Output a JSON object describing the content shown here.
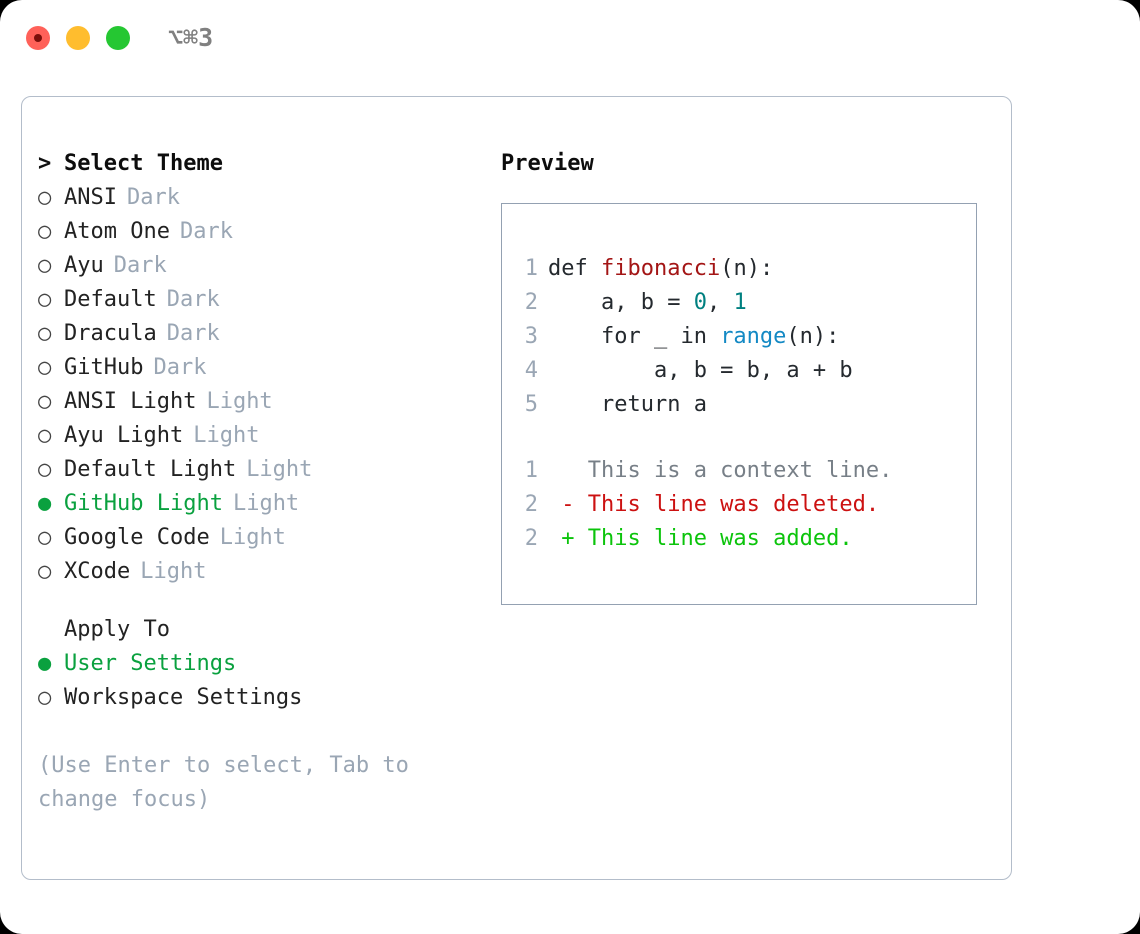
{
  "titlebar": {
    "shortcut": "⌥⌘3",
    "buttons": [
      {
        "name": "close",
        "color": "#ff6159"
      },
      {
        "name": "minimize",
        "color": "#ffbd2e"
      },
      {
        "name": "zoom",
        "color": "#25c732"
      }
    ]
  },
  "colors": {
    "accent_green": "#0aa13f",
    "muted_blue_gray": "#9aa6b4",
    "panel_border": "#b3bdca",
    "preview_border": "#94a1b2",
    "diff_added": "#0bc40b",
    "diff_deleted": "#cc1111",
    "diff_context": "#777f87",
    "syntax_function": "#a31515",
    "syntax_number": "#008080",
    "syntax_call": "#1389c4",
    "text": "#222222"
  },
  "theme_list": {
    "title": "Select Theme",
    "title_marker": ">",
    "marker_selected": "●",
    "marker_unselected": "○",
    "items": [
      {
        "label": "ANSI",
        "tag": "Dark",
        "selected": false
      },
      {
        "label": "Atom One",
        "tag": "Dark",
        "selected": false
      },
      {
        "label": "Ayu",
        "tag": "Dark",
        "selected": false
      },
      {
        "label": "Default",
        "tag": "Dark",
        "selected": false
      },
      {
        "label": "Dracula",
        "tag": "Dark",
        "selected": false
      },
      {
        "label": "GitHub",
        "tag": "Dark",
        "selected": false
      },
      {
        "label": "ANSI Light",
        "tag": "Light",
        "selected": false
      },
      {
        "label": "Ayu Light",
        "tag": "Light",
        "selected": false
      },
      {
        "label": "Default Light",
        "tag": "Light",
        "selected": false
      },
      {
        "label": "GitHub Light",
        "tag": "Light",
        "selected": true
      },
      {
        "label": "Google Code",
        "tag": "Light",
        "selected": false
      },
      {
        "label": "XCode",
        "tag": "Light",
        "selected": false
      }
    ]
  },
  "apply_to": {
    "title": "Apply To",
    "items": [
      {
        "label": "User Settings",
        "selected": true
      },
      {
        "label": "Workspace Settings",
        "selected": false
      }
    ]
  },
  "hint": "(Use Enter to select, Tab to change focus)",
  "preview": {
    "title": "Preview",
    "code_lines": [
      {
        "n": "1",
        "segments": [
          {
            "t": "def ",
            "cls": "plain"
          },
          {
            "t": "fibonacci",
            "cls": "tok-fn"
          },
          {
            "t": "(n):",
            "cls": "plain"
          }
        ]
      },
      {
        "n": "2",
        "segments": [
          {
            "t": "    a, b = ",
            "cls": "plain"
          },
          {
            "t": "0",
            "cls": "tok-num"
          },
          {
            "t": ", ",
            "cls": "plain"
          },
          {
            "t": "1",
            "cls": "tok-num"
          }
        ]
      },
      {
        "n": "3",
        "segments": [
          {
            "t": "    for _ in ",
            "cls": "plain"
          },
          {
            "t": "range",
            "cls": "tok-call"
          },
          {
            "t": "(n):",
            "cls": "plain"
          }
        ]
      },
      {
        "n": "4",
        "segments": [
          {
            "t": "        a, b = b, a + b",
            "cls": "plain"
          }
        ]
      },
      {
        "n": "5",
        "segments": [
          {
            "t": "    return a",
            "cls": "plain"
          }
        ]
      }
    ],
    "diff_lines": [
      {
        "n": "1",
        "sign": " ",
        "text": "This is a context line.",
        "kind": "diff-ctx"
      },
      {
        "n": "2",
        "sign": "-",
        "text": "This line was deleted.",
        "kind": "diff-del"
      },
      {
        "n": "2",
        "sign": "+",
        "text": "This line was added.",
        "kind": "diff-add"
      }
    ]
  }
}
